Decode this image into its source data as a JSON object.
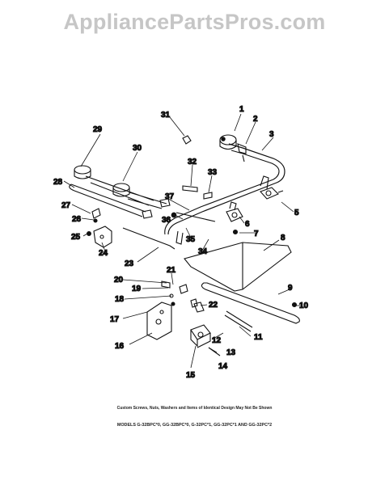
{
  "watermark": "AppliancePartsPros.com",
  "callouts": {
    "c1": "1",
    "c2": "2",
    "c3": "3",
    "c5": "5",
    "c6": "6",
    "c7": "7",
    "c8": "8",
    "c9": "9",
    "c10": "10",
    "c11": "11",
    "c12": "12",
    "c13": "13",
    "c14": "14",
    "c15": "15",
    "c16": "16",
    "c17": "17",
    "c18": "18",
    "c19": "19",
    "c20": "20",
    "c21": "21",
    "c22": "22",
    "c23": "23",
    "c24": "24",
    "c25": "25",
    "c26": "26",
    "c27": "27",
    "c28": "28",
    "c29": "29",
    "c30": "30",
    "c31": "31",
    "c32": "32",
    "c33": "33",
    "c34": "34",
    "c35": "35",
    "c36": "36",
    "c37": "37"
  },
  "footer": {
    "note": "Custom Screws, Nuts, Washers and Items of Identical Design May Not Be Shown",
    "models": "MODELS G-32BPC*0, GG-32BPC*0, G-32PC*1, GG-32PC*1 AND GG-32PC*2"
  }
}
